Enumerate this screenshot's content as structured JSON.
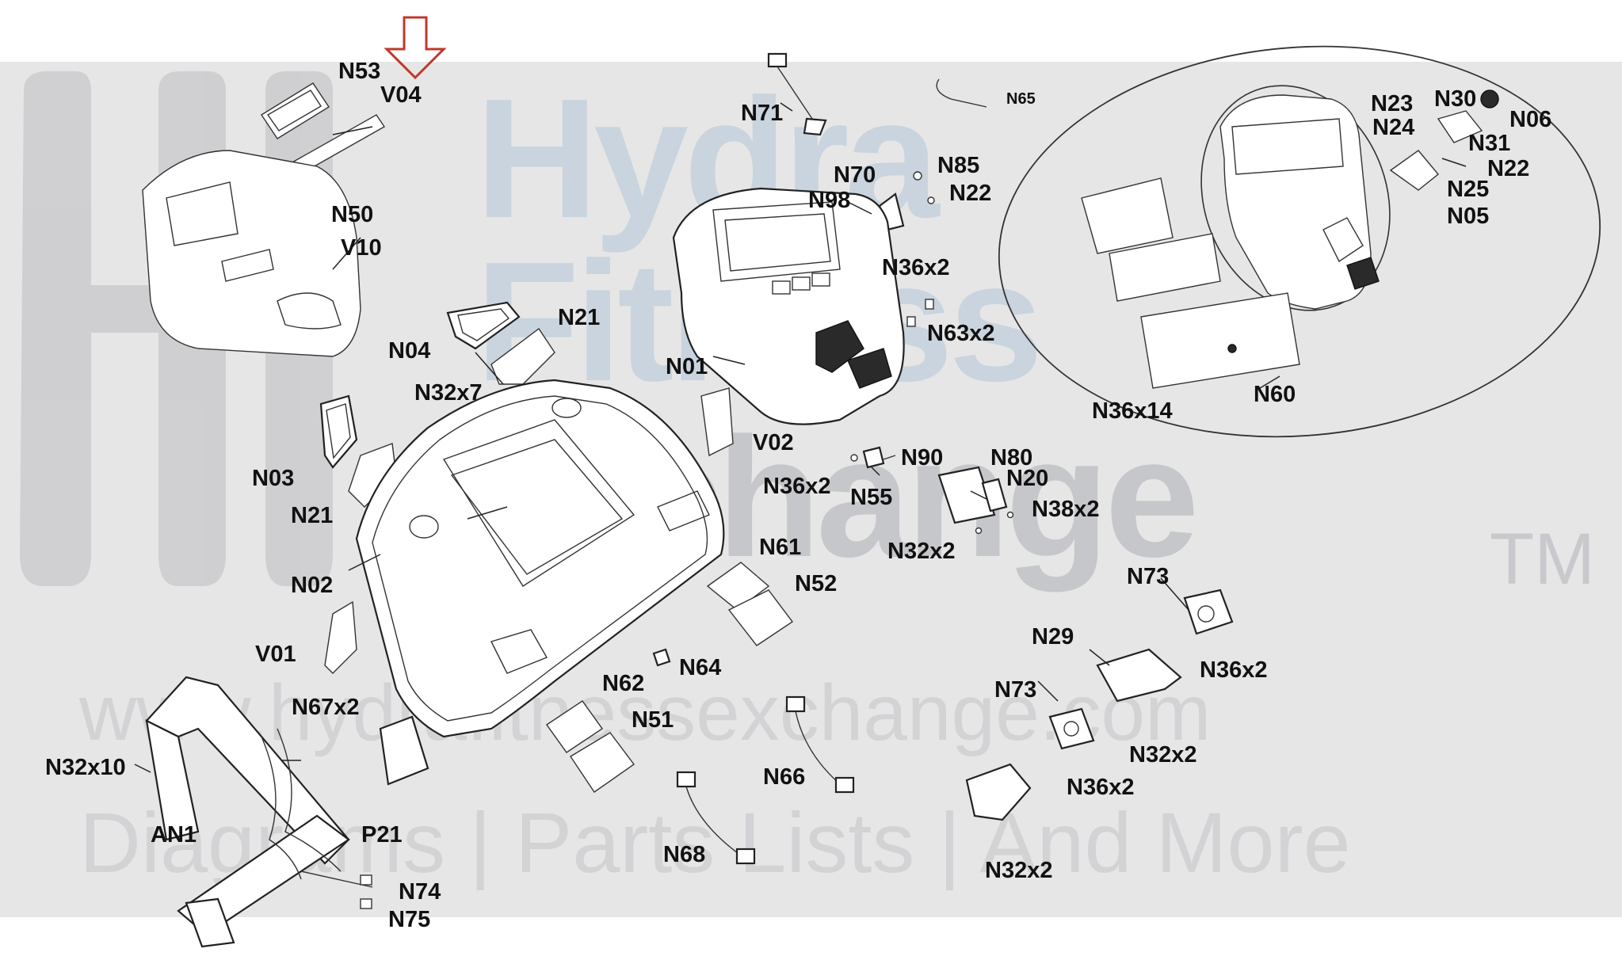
{
  "watermark": {
    "brand_word_1": "Hydra",
    "brand_word_2": "Fitness",
    "brand_word_3": "Exchange",
    "trademark": "TM",
    "url": "www.hydrafitnessexchange.com",
    "tagline": "Diagrams | Parts Lists | And More"
  },
  "colors": {
    "arrow": "#c0392b",
    "band": "#e6e6e6",
    "brand_blue": "#c9d4de",
    "brand_gray": "#c6c7cb"
  },
  "labels": {
    "N53": "N53",
    "V04": "V04",
    "N50": "N50",
    "V10": "V10",
    "N04": "N04",
    "N21a": "N21",
    "N32x7": "N32x7",
    "N03": "N03",
    "N21b": "N21",
    "N02": "N02",
    "V01": "V01",
    "N67x2": "N67x2",
    "N32x10": "N32x10",
    "AN1": "AN1",
    "P21": "P21",
    "N74": "N74",
    "N75": "N75",
    "N71": "N71",
    "N65": "N65",
    "N70": "N70",
    "N85": "N85",
    "N98": "N98",
    "N22a": "N22",
    "N36x2a": "N36x2",
    "N63x2": "N63x2",
    "N01": "N01",
    "V02": "V02",
    "N90": "N90",
    "N36x2b": "N36x2",
    "N55": "N55",
    "N80": "N80",
    "N20": "N20",
    "N38x2": "N38x2",
    "N32x2a": "N32x2",
    "N61": "N61",
    "N52": "N52",
    "N64": "N64",
    "N62": "N62",
    "N51": "N51",
    "N66": "N66",
    "N68": "N68",
    "N73a": "N73",
    "N36x2c": "N36x2",
    "N29": "N29",
    "N73b": "N73",
    "N32x2b": "N32x2",
    "N36x2d": "N36x2",
    "N32x2c": "N32x2",
    "N23": "N23",
    "N30": "N30",
    "N06": "N06",
    "N24": "N24",
    "N31": "N31",
    "N22b": "N22",
    "N25": "N25",
    "N05": "N05",
    "N60": "N60",
    "N36x14": "N36x14"
  }
}
